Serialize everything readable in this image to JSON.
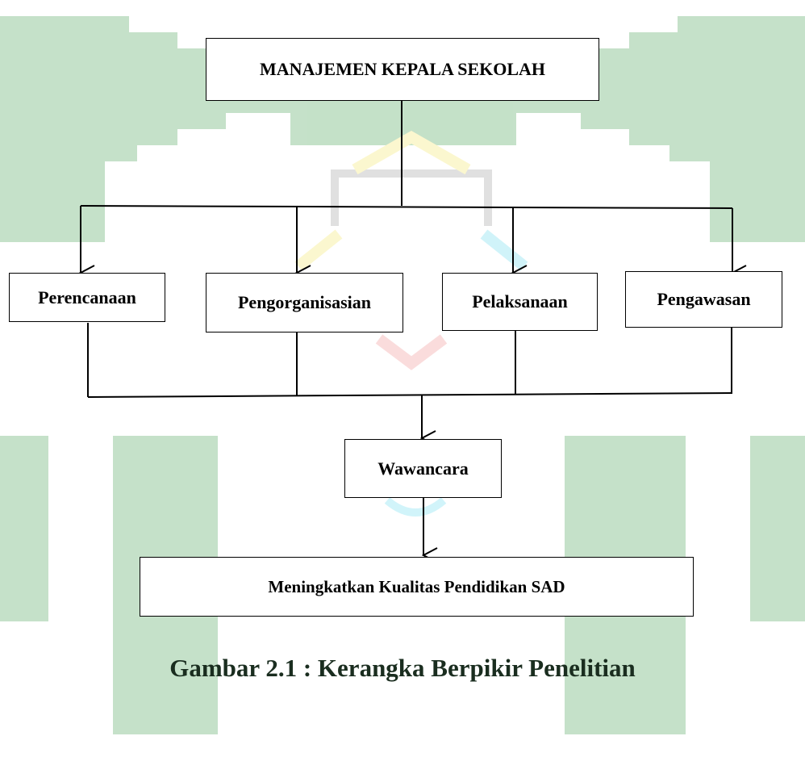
{
  "diagram": {
    "root": "MANAJEMEN KEPALA SEKOLAH",
    "functions": [
      "Perencanaan",
      "Pengorganisasian",
      "Pelaksanaan",
      "Pengawasan"
    ],
    "method": "Wawancara",
    "outcome": "Meningkatkan Kualitas Pendidikan SAD"
  },
  "caption": "Gambar 2.1 : Kerangka Berpikir Penelitian",
  "colors": {
    "watermark_green": "#3e9d4b",
    "watermark_gray": "#9a9a9a",
    "watermark_yellow": "#f5e663",
    "watermark_cyan": "#66d9ee",
    "watermark_red": "#f08a8a"
  }
}
